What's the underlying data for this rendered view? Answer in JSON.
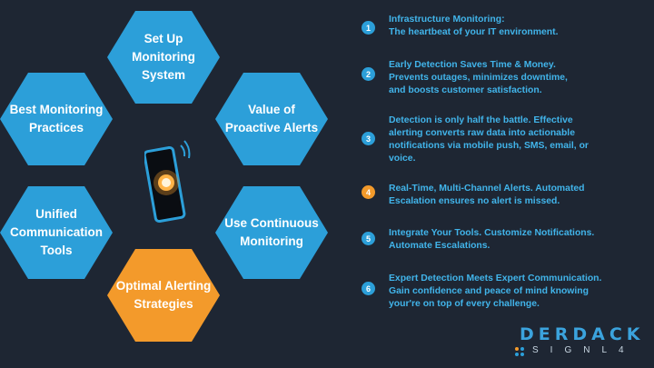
{
  "hexagons": [
    {
      "label": "Set Up\nMonitoring\nSystem",
      "color": "#2c9fd9"
    },
    {
      "label": "Value of\nProactive Alerts",
      "color": "#2c9fd9"
    },
    {
      "label": "Use Continuous\nMonitoring",
      "color": "#2c9fd9"
    },
    {
      "label": "Optimal Alerting\nStrategies",
      "color": "#f39a2b"
    },
    {
      "label": "Unified\nCommunication\nTools",
      "color": "#2c9fd9"
    },
    {
      "label": "Best Monitoring\nPractices",
      "color": "#2c9fd9"
    }
  ],
  "list": [
    {
      "num": "1",
      "text": "Infrastructure Monitoring:\nThe heartbeat of your IT environment."
    },
    {
      "num": "2",
      "text": "Early Detection Saves Time & Money.\nPrevents outages, minimizes downtime,\nand boosts customer satisfaction."
    },
    {
      "num": "3",
      "text": "Detection is only half the battle. Effective\nalerting converts raw data into actionable\nnotifications via mobile push, SMS, email, or\nvoice."
    },
    {
      "num": "4",
      "text": "Real-Time, Multi-Channel Alerts. Automated\nEscalation ensures no alert is missed.",
      "highlight": true
    },
    {
      "num": "5",
      "text": "Integrate Your Tools. Customize Notifications.\nAutomate Escalations."
    },
    {
      "num": "6",
      "text": "Expert Detection Meets Expert Communication.\nGain confidence and peace of mind knowing\nyour're on top of every challenge."
    }
  ],
  "logo": {
    "word": "DERDACK",
    "sub": "SIGNL4"
  },
  "colors": {
    "background": "#1e2633",
    "accent_blue": "#2c9fd9",
    "accent_orange": "#f39a2b",
    "text_blue": "#41b4ea"
  },
  "icons": {
    "center": "smartphone-alert-icon"
  }
}
